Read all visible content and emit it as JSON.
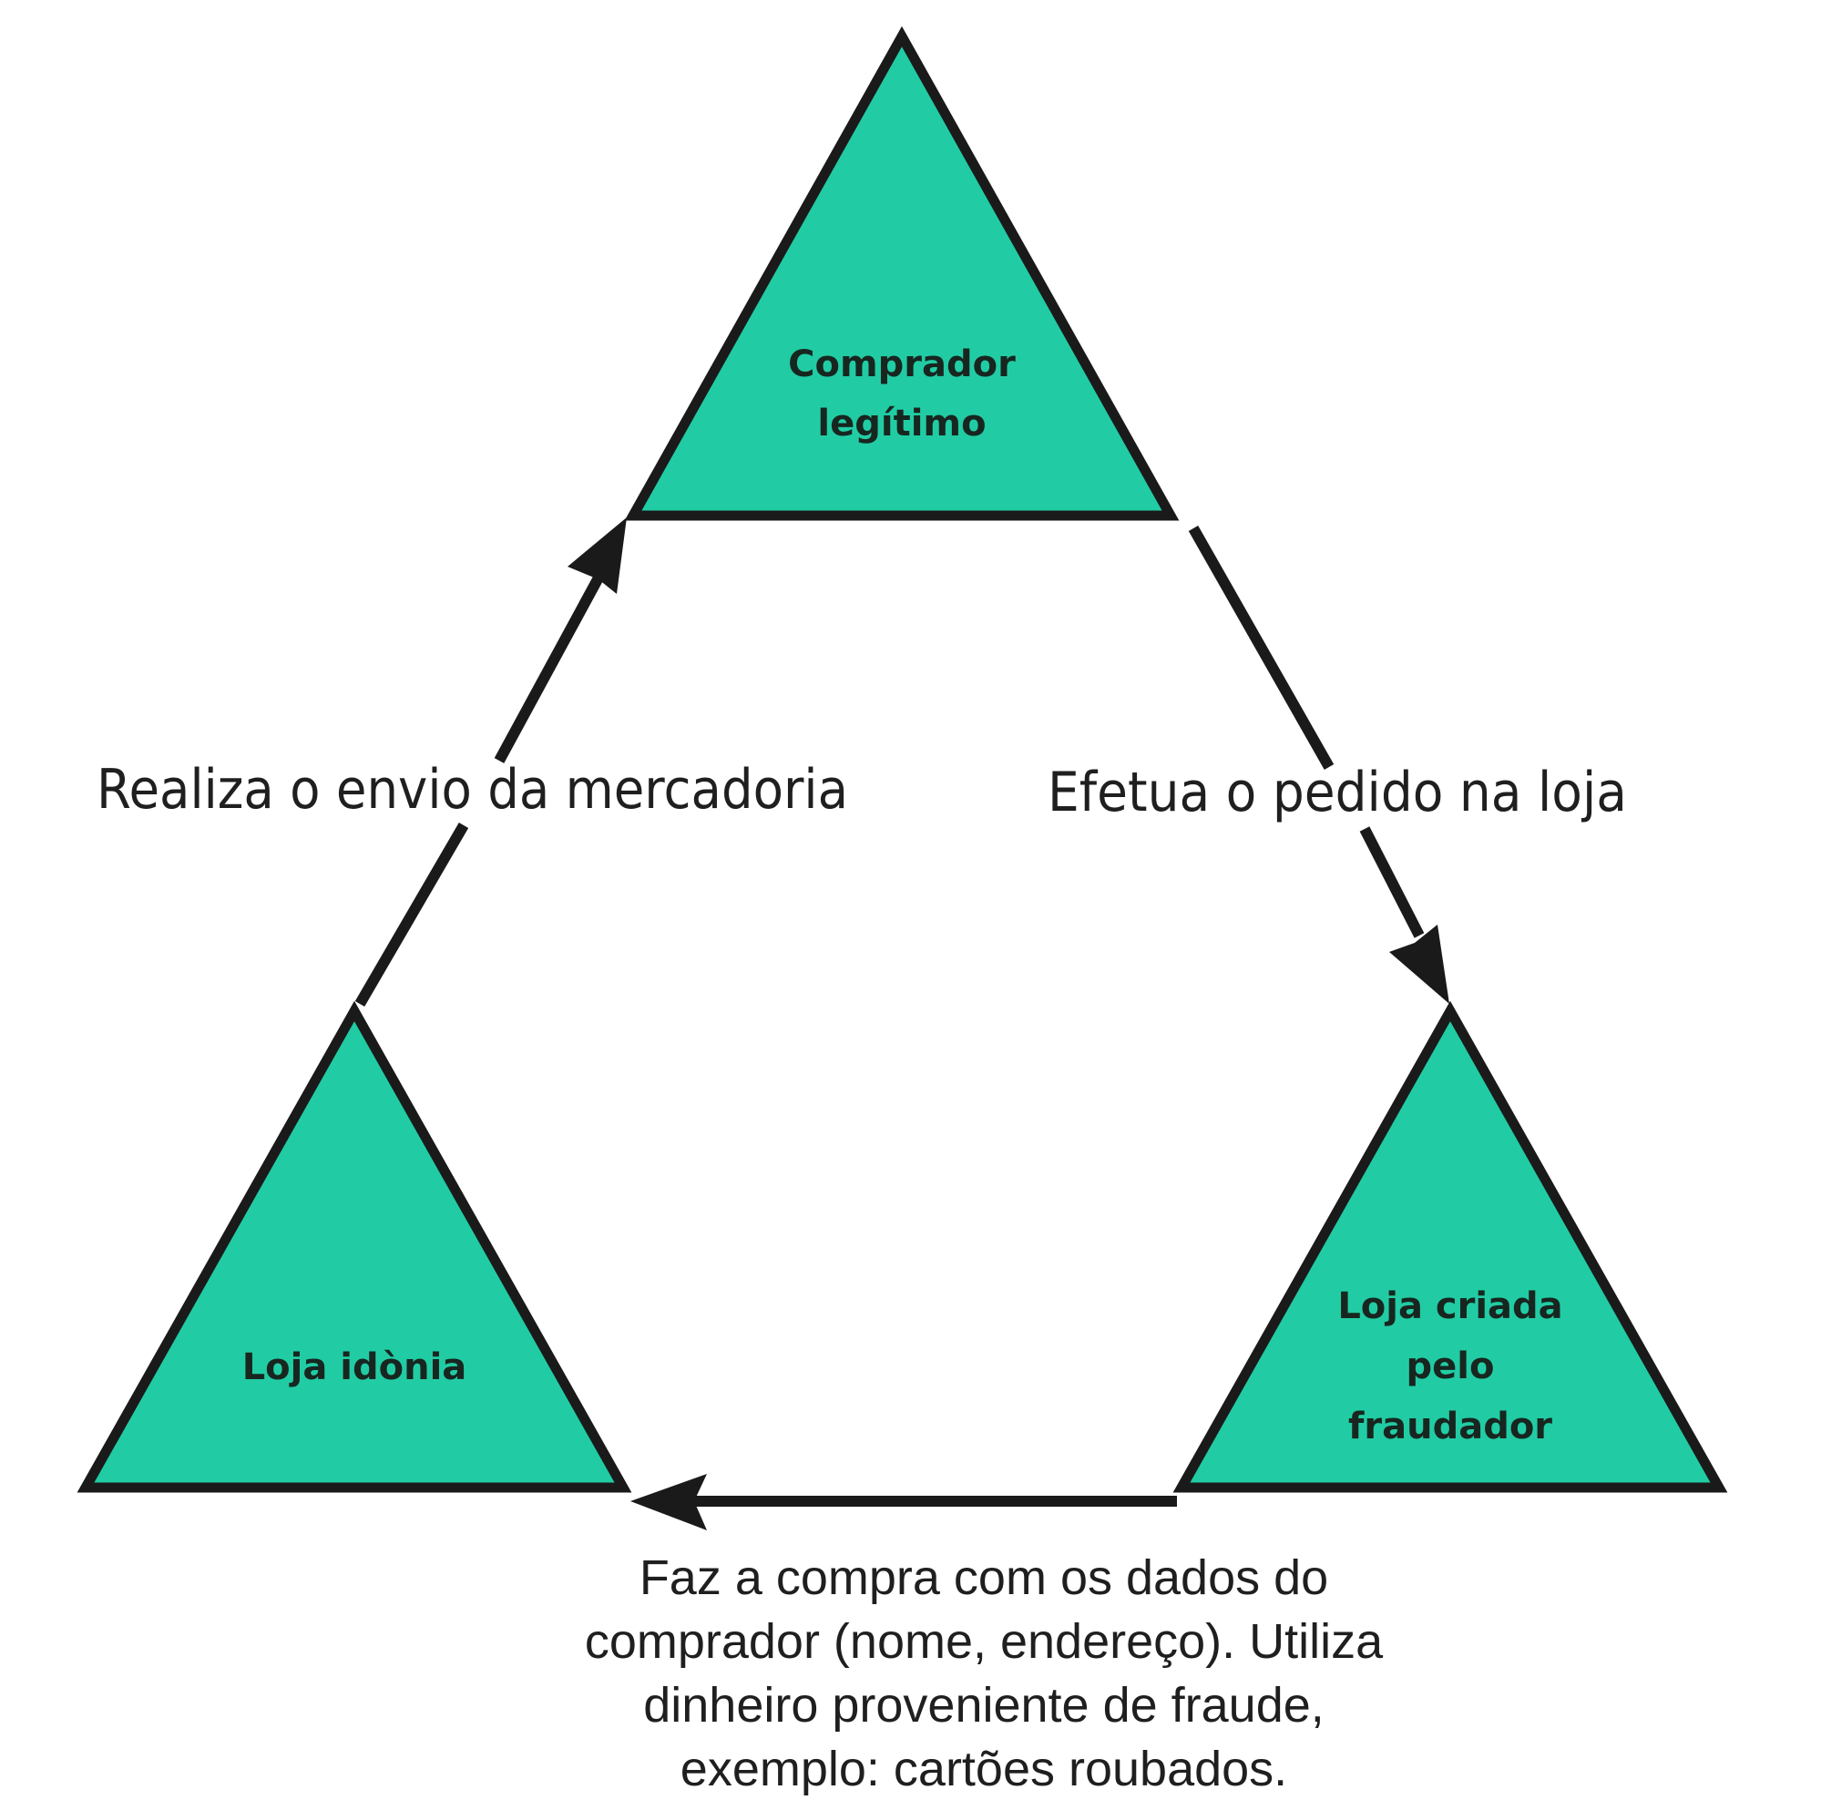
{
  "colors": {
    "node_fill": "#21cca4",
    "stroke": "#1a1a1a",
    "text": "#1f1f1f",
    "node_text": "#182620",
    "background": "#ffffff"
  },
  "nodes": {
    "top": {
      "lines": [
        "Comprador",
        "legítimo"
      ]
    },
    "bottom_left": {
      "lines": [
        "Loja idònia"
      ]
    },
    "bottom_right": {
      "lines": [
        "Loja criada",
        "pelo",
        "fraudador"
      ]
    }
  },
  "edges": {
    "left": {
      "label": "Realiza o envio da mercadoria",
      "from": "bottom_left",
      "to": "top"
    },
    "right": {
      "label": "Efetua o pedido na loja",
      "from": "top",
      "to": "bottom_right"
    },
    "bottom": {
      "label_lines": [
        "Faz a compra com os dados do",
        "comprador (nome, endereço). Utiliza",
        "dinheiro proveniente de fraude,",
        "exemplo: cartões roubados."
      ],
      "from": "bottom_right",
      "to": "bottom_left"
    }
  }
}
